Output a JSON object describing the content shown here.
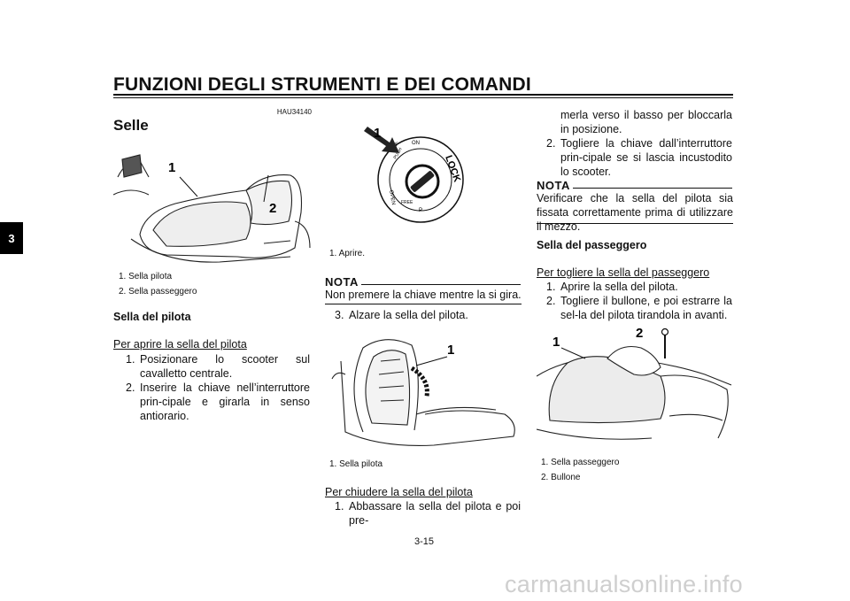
{
  "header": {
    "title": "FUNZIONI DEGLI STRUMENTI E DEI COMANDI",
    "chapter_tab": "3"
  },
  "section": {
    "code": "HAU34140",
    "title": "Selle"
  },
  "figures": {
    "fig1": {
      "callouts": [
        "1",
        "2"
      ],
      "captions": [
        "1.  Sella pilota",
        "2.  Sella passeggero"
      ]
    },
    "fig2": {
      "callout": "1",
      "captions": [
        "1.  Aprire."
      ],
      "key_labels": {
        "on": "ON",
        "off": "OFF",
        "lock": "LOCK",
        "open": "OPEN",
        "push": "PUSH",
        "free": "FREE",
        "p": "P"
      }
    },
    "fig3": {
      "callout": "1",
      "captions": [
        "1.  Sella pilota"
      ]
    },
    "fig4": {
      "callouts": [
        "1",
        "2"
      ],
      "captions": [
        "1.  Sella passeggero",
        "2.  Bullone"
      ]
    }
  },
  "col1": {
    "subtitle": "Sella del pilota",
    "open_heading": "Per aprire la sella del pilota",
    "steps": [
      {
        "n": "1.",
        "text": "Posizionare lo scooter sul cavalletto centrale."
      },
      {
        "n": "2.",
        "text": "Inserire la chiave nell’interruttore prin-cipale e girarla in senso antiorario."
      }
    ]
  },
  "col2": {
    "nota_label": "NOTA",
    "nota_text": "Non premere la chiave mentre la si gira.",
    "step3": {
      "n": "3.",
      "text": "Alzare la sella del pilota."
    },
    "close_heading": "Per chiudere la sella del pilota",
    "close_step1": {
      "n": "1.",
      "text": "Abbassare la sella del pilota e poi pre-"
    }
  },
  "col3": {
    "cont_text": "merla verso il basso per bloccarla in posizione.",
    "step2": {
      "n": "2.",
      "text": "Togliere la chiave dall’interruttore prin-cipale se si lascia incustodito lo scooter."
    },
    "nota_label": "NOTA",
    "nota_text": "Verificare che la sella del pilota sia fissata correttamente prima di utilizzare il mezzo.",
    "subtitle": "Sella del passeggero",
    "remove_heading": "Per togliere la sella del passeggero",
    "steps": [
      {
        "n": "1.",
        "text": "Aprire la sella del pilota."
      },
      {
        "n": "2.",
        "text": "Togliere il bullone, e poi estrarre la sel-la del pilota tirandola in avanti."
      }
    ]
  },
  "footer": {
    "page_number": "3-15",
    "watermark": "carmanualsonline.info"
  }
}
